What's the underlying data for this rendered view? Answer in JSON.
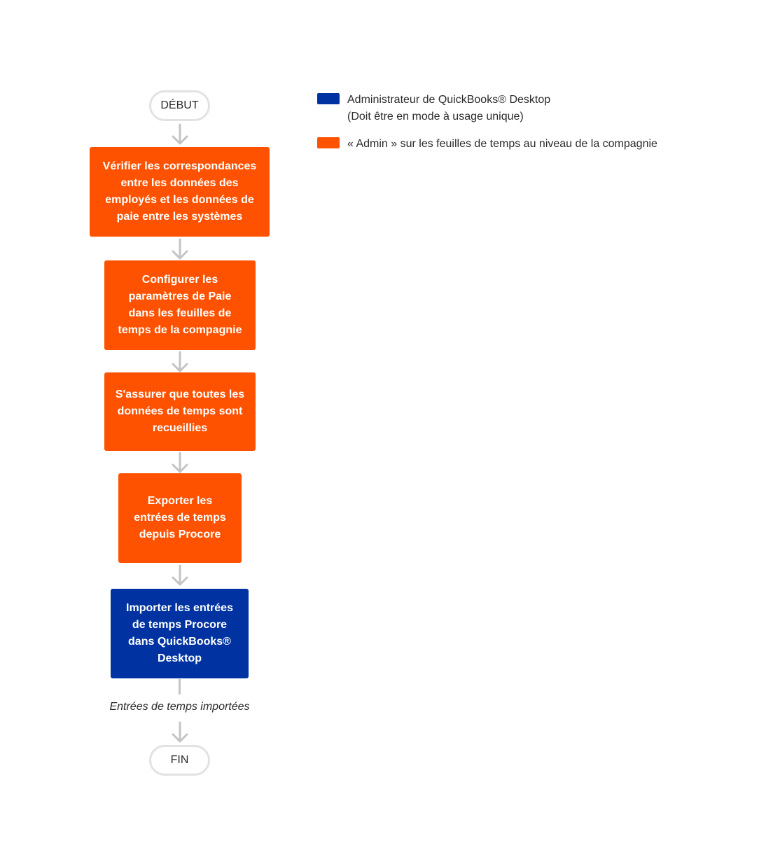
{
  "start_label": "DÉBUT",
  "end_label": "FIN",
  "steps": [
    {
      "label": "Vérifier les correspondances entre les données des employés et les données de paie entre les systèmes",
      "role": "orange"
    },
    {
      "label": "Configurer les paramètres de Paie dans les feuilles de temps de la compagnie",
      "role": "orange"
    },
    {
      "label": "S'assurer que toutes les données de temps sont recueillies",
      "role": "orange"
    },
    {
      "label": "Exporter les entrées de temps depuis Procore",
      "role": "orange"
    },
    {
      "label": "Importer les entrées de temps Procore dans QuickBooks® Desktop",
      "role": "blue"
    }
  ],
  "result_caption": "Entrées de temps importées",
  "legend": {
    "blue": {
      "line1": "Administrateur de QuickBooks® Desktop",
      "line2": "(Doit être en mode à usage unique)",
      "color": "#0033a1"
    },
    "orange": {
      "line1": "« Admin » sur les feuilles de temps au niveau de la compagnie",
      "color": "#ff5200"
    }
  }
}
